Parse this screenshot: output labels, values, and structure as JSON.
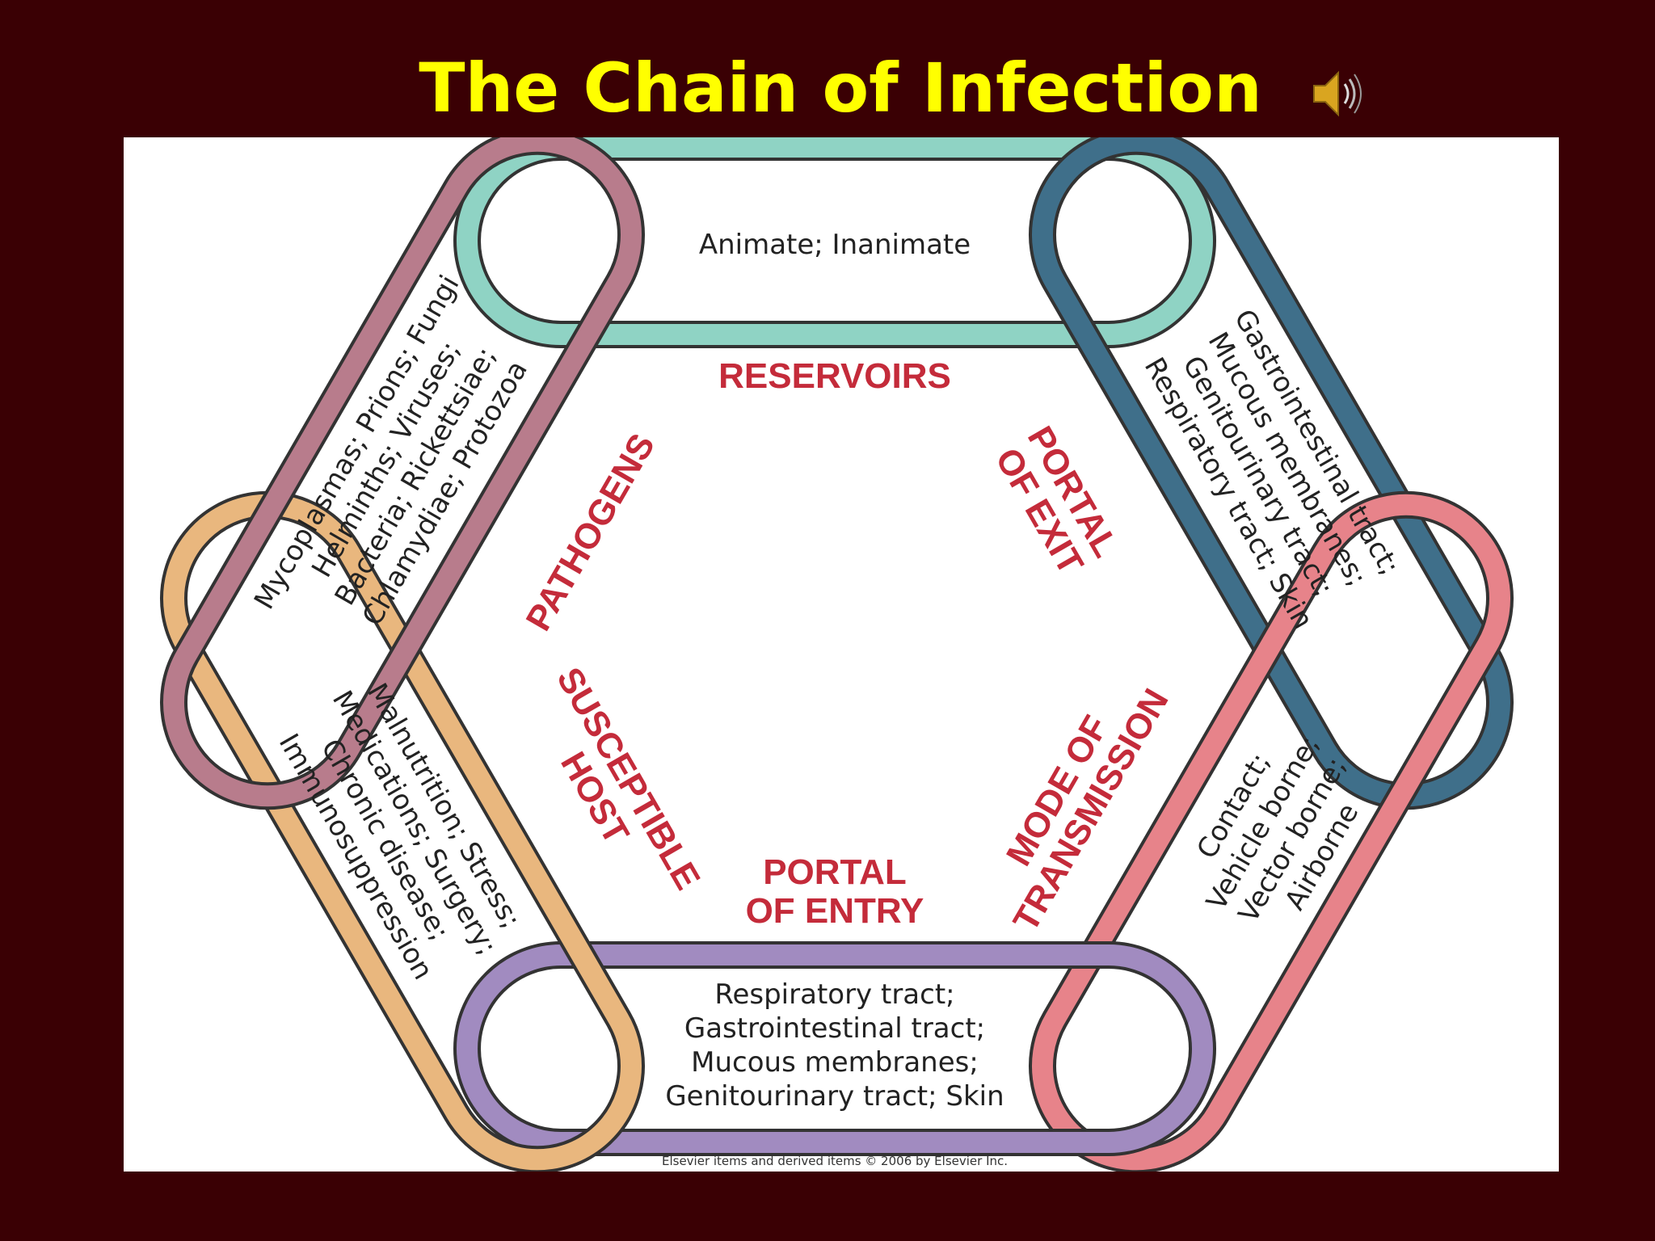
{
  "slide": {
    "title": "The Chain of Infection",
    "speaker_icon": "speaker-sound-icon",
    "footer": "Elsevier items and derived items © 2006 by Elsevier Inc."
  },
  "links": {
    "reservoirs": {
      "label": "RESERVOIRS",
      "examples": [
        "Animate; Inanimate"
      ],
      "color": "#8fd3c4"
    },
    "portal_exit": {
      "label": [
        "PORTAL",
        "OF EXIT"
      ],
      "examples": [
        "Gastrointestinal tract;",
        "Mucous membranes;",
        "Genitourinary tract;",
        "Respiratory tract; Skin"
      ],
      "color": "#3f6f8a"
    },
    "mode_transmission": {
      "label": [
        "MODE OF",
        "TRANSMISSION"
      ],
      "examples": [
        "Contact;",
        "Vehicle borne;",
        "Vector borne;",
        "Airborne"
      ],
      "color": "#e7838a"
    },
    "portal_entry": {
      "label": [
        "PORTAL",
        "OF ENTRY"
      ],
      "examples": [
        "Respiratory tract;",
        "Gastrointestinal tract;",
        "Mucous membranes;",
        "Genitourinary tract; Skin"
      ],
      "color": "#a18bc0"
    },
    "susceptible_host": {
      "label": [
        "SUSCEPTIBLE",
        "HOST"
      ],
      "examples": [
        "Malnutrition; Stress;",
        "Medications; Surgery;",
        "Chronic disease;",
        "Immunosuppression"
      ],
      "color": "#e9b77e"
    },
    "pathogens": {
      "label": "PATHOGENS",
      "examples": [
        "Mycoplasmas; Prions; Fungi",
        "Helminths; Viruses;",
        "Bacteria; Rickettsiae;",
        "Chlamydiae; Protozoa"
      ],
      "color": "#b87c8c"
    }
  }
}
